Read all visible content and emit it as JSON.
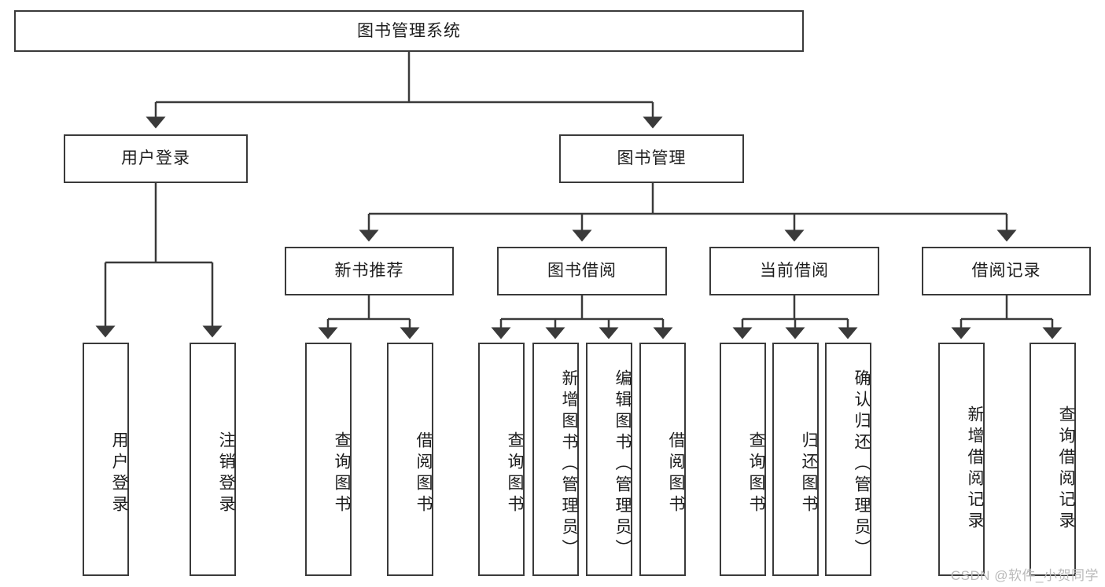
{
  "diagram": {
    "type": "tree-hierarchy-chart",
    "title": "图书管理系统",
    "stroke_color": "#3a3a3a",
    "background_color": "#ffffff",
    "text_color": "#1d1d1d",
    "root": {
      "id": "root",
      "label": "图书管理系统"
    },
    "level2": [
      {
        "id": "user-login",
        "label": "用户登录"
      },
      {
        "id": "book-management",
        "label": "图书管理"
      }
    ],
    "level3": [
      {
        "id": "new-book-recommend",
        "label": "新书推荐",
        "parent": "book-management"
      },
      {
        "id": "book-borrow",
        "label": "图书借阅",
        "parent": "book-management"
      },
      {
        "id": "current-borrow",
        "label": "当前借阅",
        "parent": "book-management"
      },
      {
        "id": "borrow-record",
        "label": "借阅记录",
        "parent": "book-management"
      }
    ],
    "leaves": {
      "user_login": [
        {
          "id": "leaf-user-login",
          "label": "用户登录"
        },
        {
          "id": "leaf-user-logout",
          "label": "注销登录"
        }
      ],
      "new_book_recommend": [
        {
          "id": "leaf-query-books-1",
          "label": "查询图书"
        },
        {
          "id": "leaf-borrow-books-1",
          "label": "借阅图书"
        }
      ],
      "book_borrow": [
        {
          "id": "leaf-query-books-2",
          "label": "查询图书"
        },
        {
          "id": "leaf-add-book",
          "label": "新增图书（管理员）"
        },
        {
          "id": "leaf-edit-book",
          "label": "编辑图书（管理员）"
        },
        {
          "id": "leaf-borrow-books-2",
          "label": "借阅图书"
        }
      ],
      "current_borrow": [
        {
          "id": "leaf-query-books-3",
          "label": "查询图书"
        },
        {
          "id": "leaf-return-book",
          "label": "归还图书"
        },
        {
          "id": "leaf-confirm-return",
          "label": "确认归还（管理员）"
        }
      ],
      "borrow_record": [
        {
          "id": "leaf-add-record",
          "label": "新增借阅记录"
        },
        {
          "id": "leaf-query-record",
          "label": "查询借阅记录"
        }
      ]
    }
  },
  "watermark": {
    "text": "CSDN @软件_小贺同学"
  }
}
